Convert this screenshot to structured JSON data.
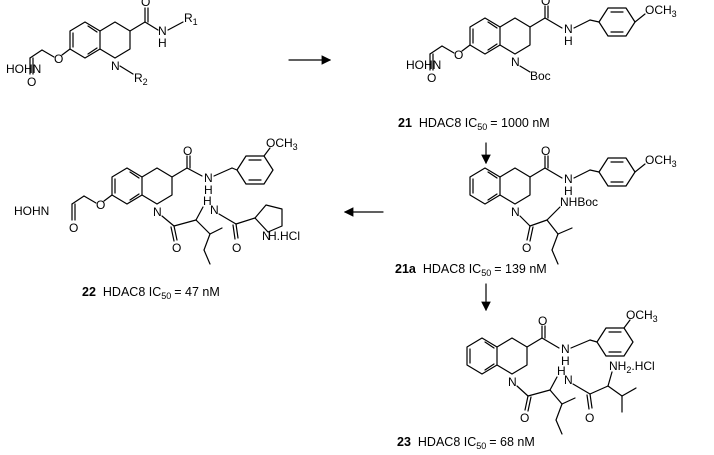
{
  "labels": {
    "hydroxamate": "HOHN",
    "och3": "OCH",
    "och3_sub": "3",
    "o": "O",
    "n": "N",
    "h": "H",
    "r1": "R",
    "r1_sub": "1",
    "r2": "R",
    "r2_sub": "2",
    "boc": "Boc",
    "nhboc": "NHBoc",
    "nh": "H",
    "nhcl": "N",
    "h_hcl": "H.HCl",
    "nh2": "NH",
    "nh2_sub": "2",
    "hcl": ".HCl"
  },
  "compounds": [
    {
      "num": "21",
      "text": "HDAC8 IC",
      "sub": "50",
      "value": "= 1000 nM"
    },
    {
      "num": "21a",
      "text": "HDAC8 IC",
      "sub": "50",
      "value": "= 139 nM"
    },
    {
      "num": "22",
      "text": "HDAC8 IC",
      "sub": "50",
      "value": "= 47 nM"
    },
    {
      "num": "23",
      "text": "HDAC8 IC",
      "sub": "50",
      "value": "= 68 nM"
    }
  ]
}
